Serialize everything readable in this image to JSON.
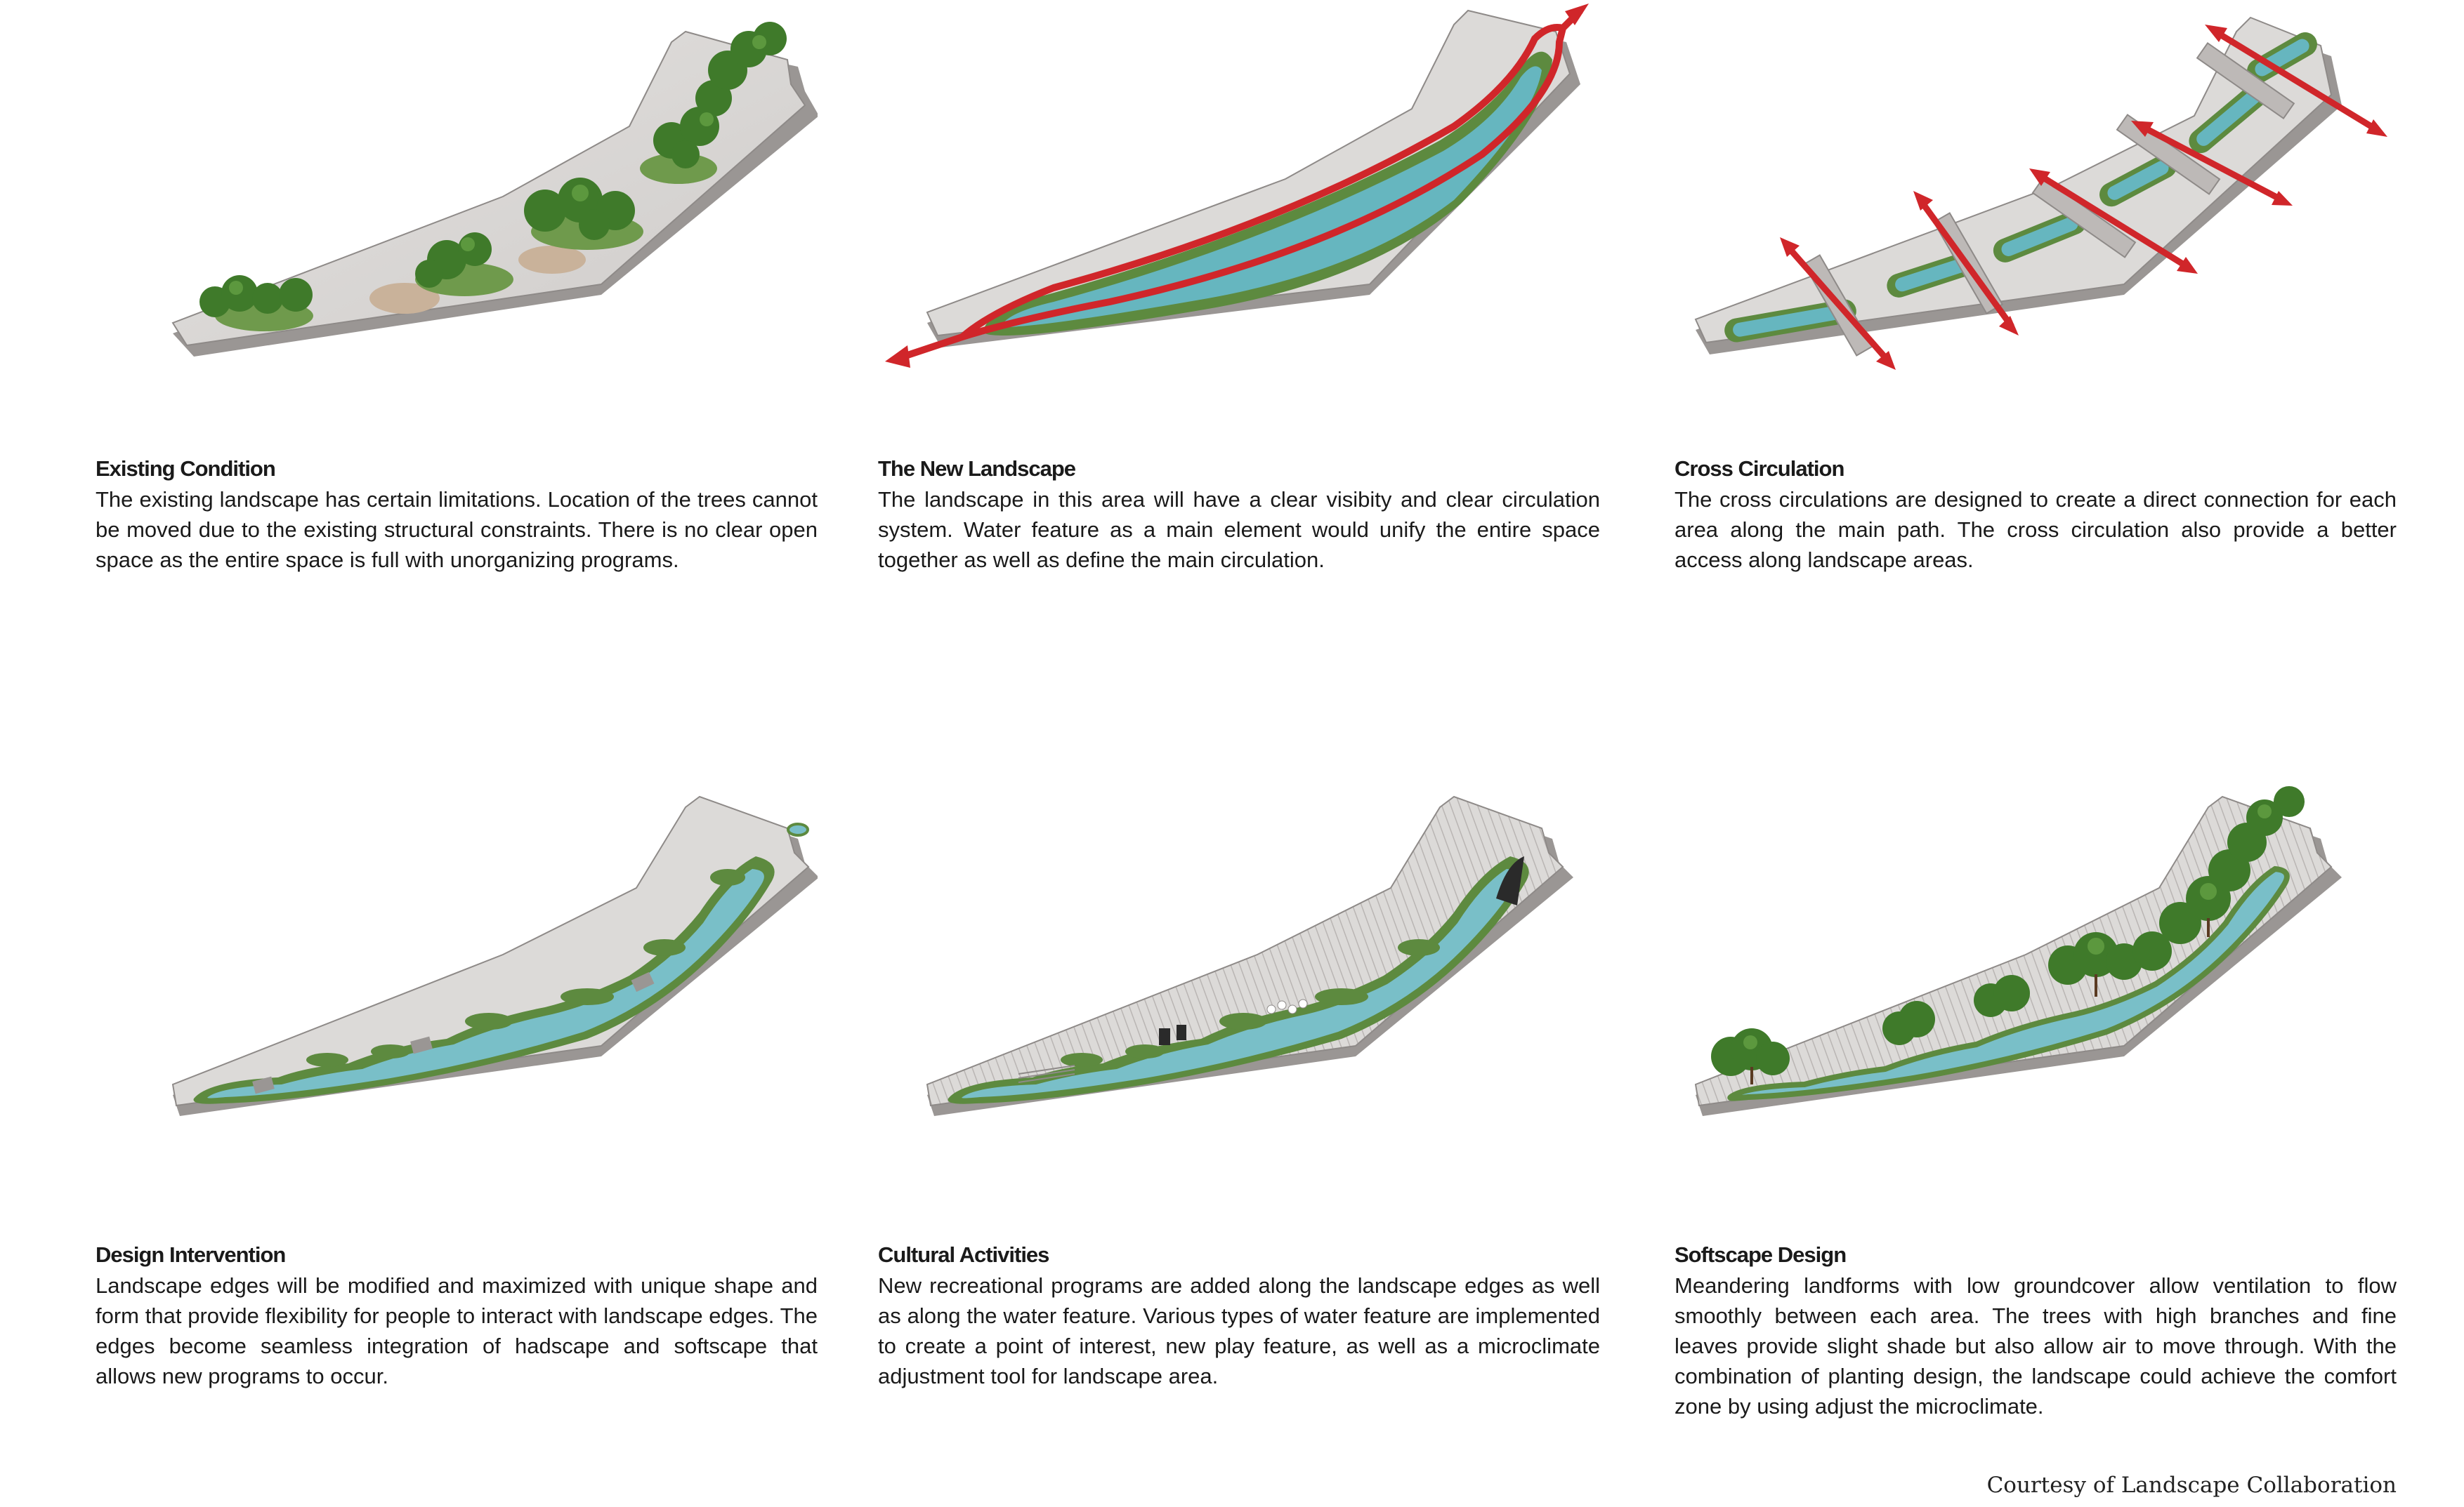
{
  "panels": [
    {
      "title": "Existing Condition",
      "body": "The existing landscape has certain limitations. Location of the trees cannot be moved due to the existing structural constraints. There is no clear open space as the entire space is full with unorganizing programs."
    },
    {
      "title": "The New Landscape",
      "body": "The landscape in this area will have a clear visibity and clear circulation system. Water feature as a main element would unify the entire space together as well as define the main circulation."
    },
    {
      "title": "Cross Circulation",
      "body": "The cross circulations are designed to create a direct connection for each area along the main path. The cross circulation also provide a better access along landscape areas."
    },
    {
      "title": "Design Intervention",
      "body": "Landscape edges will be modified and maximized with unique shape and form that provide flexibility for people to interact with landscape edges. The edges become seamless integration of hadscape and softscape that allows new programs to occur."
    },
    {
      "title": "Cultural Activities",
      "body": "New recreational programs are added along the landscape edges as well as along the water feature. Various types of water feature are implemented to create a point of interest, new play feature, as well as a microclimate adjustment tool for landscape area."
    },
    {
      "title": "Softscape Design",
      "body": "Meandering landforms with low groundcover allow ventilation to flow smoothly between each area. The trees with high branches and fine leaves provide slight shade but also allow air to move through. With the combination of planting design, the landscape could achieve the comfort zone by using adjust the microclimate."
    }
  ],
  "credit": "Courtesy of Landscape Collaboration",
  "colors": {
    "slab": "#d8d5d3",
    "slab_edge": "#9a9694",
    "water": "#66b6bf",
    "grass": "#5d8a3f",
    "tree": "#3f7a2a",
    "arrow": "#d0262a",
    "sand": "#c9b29a"
  }
}
